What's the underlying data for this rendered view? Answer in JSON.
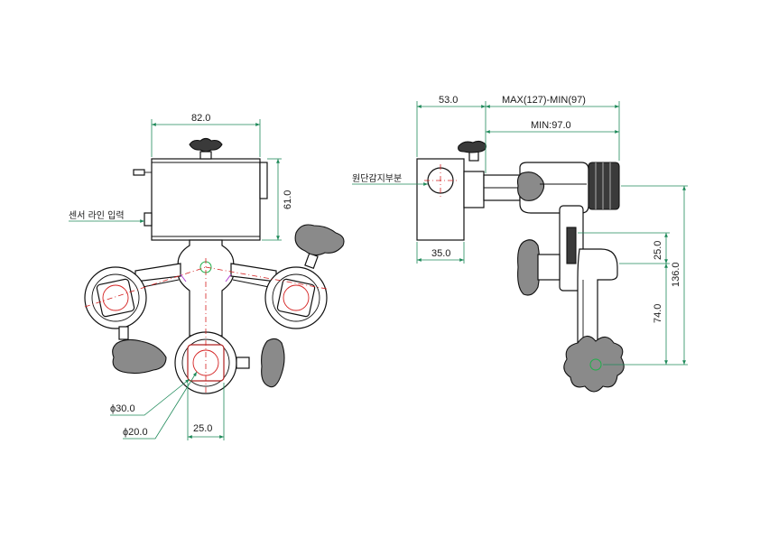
{
  "left_view": {
    "dim_width": "82.0",
    "dim_height": "61.0",
    "label_sensor": "센서 라인 입력",
    "dim_outer_dia": "ϕ30.0",
    "dim_inner_dia": "ϕ20.0",
    "dim_bottom_width": "25.0"
  },
  "right_view": {
    "dim_top_left": "53.0",
    "dim_top_range": "MAX(127)-MIN(97)",
    "dim_min": "MIN:97.0",
    "label_detection": "원단감지부분",
    "dim_block_width": "35.0",
    "dim_v_small": "25.0",
    "dim_v_mid": "74.0",
    "dim_v_total": "136.0"
  },
  "colors": {
    "dimension": "#1f8a5a",
    "centerline": "#d42020",
    "marker": "#1fb04a",
    "outline": "#111111"
  }
}
